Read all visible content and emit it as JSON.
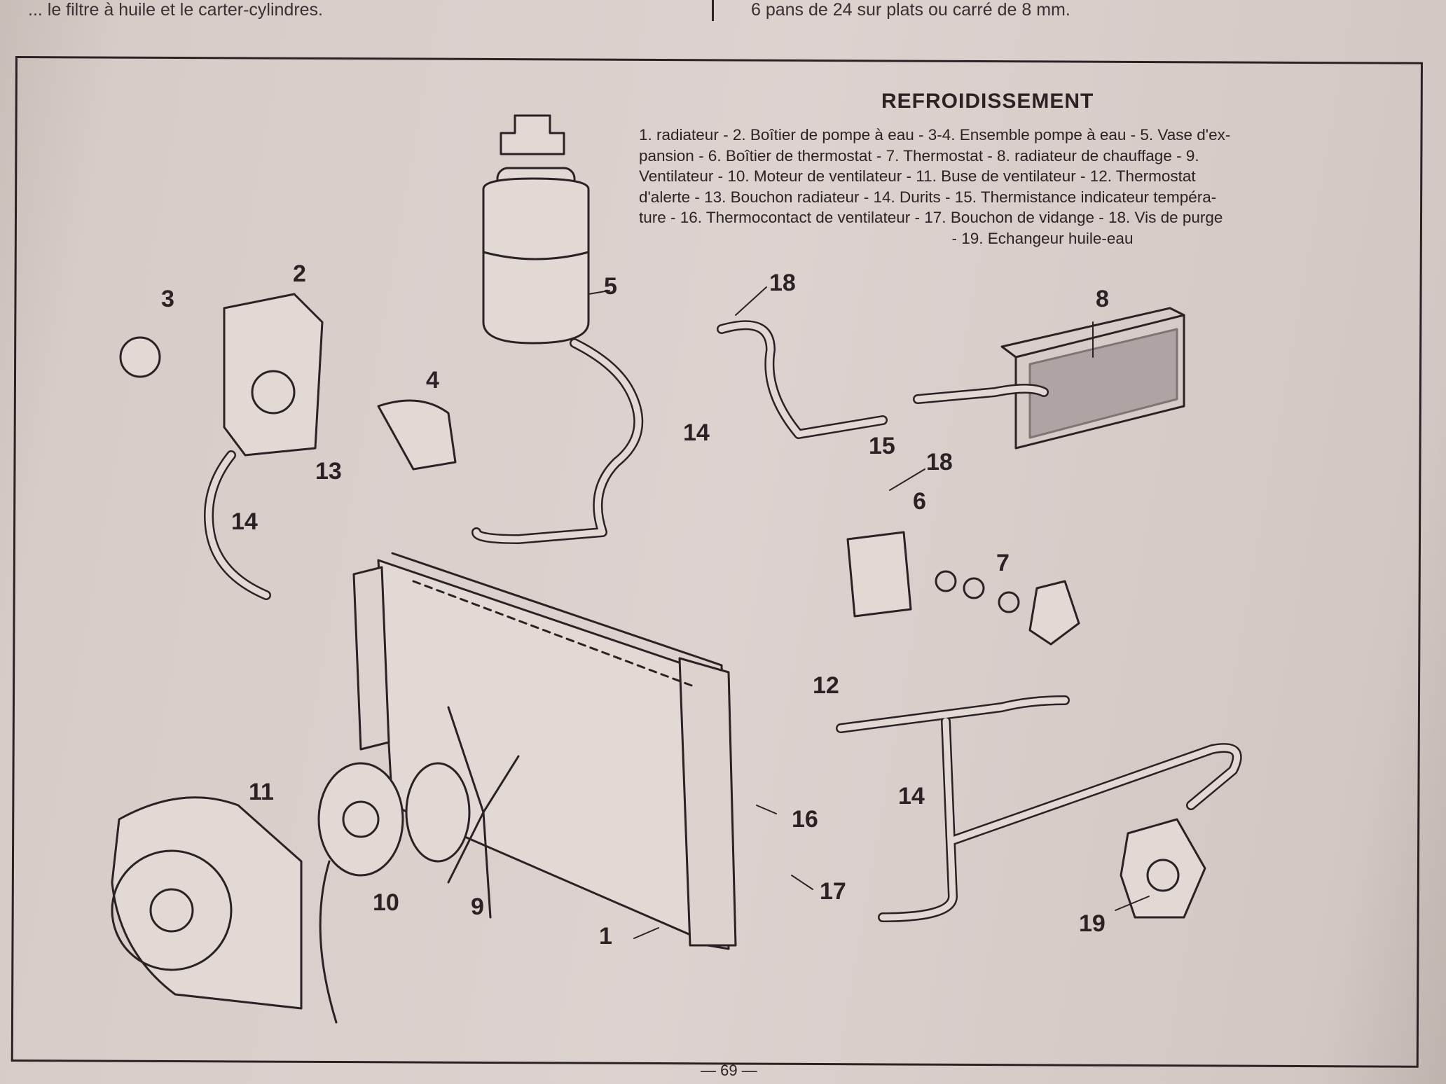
{
  "top_text": {
    "left": "... le filtre à huile et le carter-cylindres.",
    "right": "6 pans de 24 sur plats ou carré de 8 mm."
  },
  "title": "REFROIDISSEMENT",
  "legend": [
    "1. radiateur",
    "2. Boîtier de pompe à eau",
    "3-4. Ensemble pompe à eau",
    "5. Vase d'expansion",
    "6. Boîtier de thermostat",
    "7. Thermostat",
    "8. radiateur de chauffage",
    "9. Ventilateur",
    "10. Moteur de ventilateur",
    "11. Buse de ventilateur",
    "12. Thermostat d'alerte",
    "13. Bouchon radiateur",
    "14. Durits",
    "15. Thermistance indicateur température",
    "16. Thermocontact de ventilateur",
    "17. Bouchon de vidange",
    "18. Vis de purge",
    "19. Echangeur huile-eau"
  ],
  "legend_text": {
    "line1": "1. radiateur - 2. Boîtier de pompe à eau - 3-4. Ensemble pompe à eau - 5. Vase d'ex-",
    "line2": "pansion - 6. Boîtier de thermostat - 7. Thermostat - 8. radiateur de chauffage - 9.",
    "line3": "Ventilateur - 10. Moteur de ventilateur - 11. Buse de ventilateur - 12. Thermostat",
    "line4": "d'alerte - 13. Bouchon radiateur - 14. Durits - 15. Thermistance indicateur tempéra-",
    "line5": "ture - 16. Thermocontact de ventilateur - 17. Bouchon de vidange - 18. Vis de purge",
    "line6": "- 19. Echangeur huile-eau"
  },
  "callouts": {
    "c1": "1",
    "c2": "2",
    "c3": "3",
    "c4": "4",
    "c5": "5",
    "c6": "6",
    "c7": "7",
    "c8": "8",
    "c9": "9",
    "c10": "10",
    "c11": "11",
    "c12": "12",
    "c13": "13",
    "c14a": "14",
    "c14b": "14",
    "c14c": "14",
    "c15": "15",
    "c16": "16",
    "c17": "17",
    "c18a": "18",
    "c18b": "18",
    "c19": "19"
  },
  "page_number": "— 69 —"
}
